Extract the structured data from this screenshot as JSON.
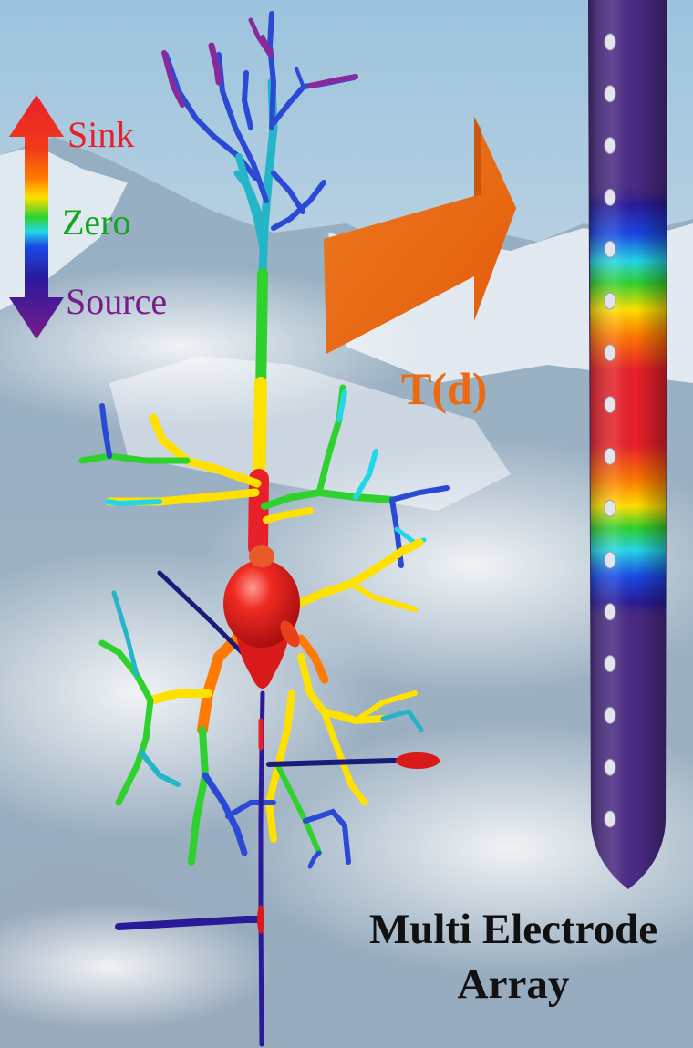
{
  "colors": {
    "sink": "#e8202a",
    "zero": "#12a51e",
    "source": "#7a1c8c",
    "transfer_arrow": "#ec6a12",
    "transfer_label": "#ec6a12",
    "electrode_shaft": "#4a2a84",
    "title": "#111111"
  },
  "legend": {
    "sink_label": "Sink",
    "zero_label": "Zero",
    "source_label": "Source",
    "colormap": [
      "#e8202a",
      "#ff7a00",
      "#ffe100",
      "#2fd12f",
      "#24d7e6",
      "#1a49e6",
      "#2a1a9a",
      "#7a1c8c"
    ]
  },
  "transfer_function": {
    "label": "T(d)"
  },
  "electrode": {
    "title_line1": "Multi Electrode",
    "title_line2": "Array",
    "contact_count": 16
  },
  "background": {
    "subject": "snowy-mountain-photo"
  }
}
